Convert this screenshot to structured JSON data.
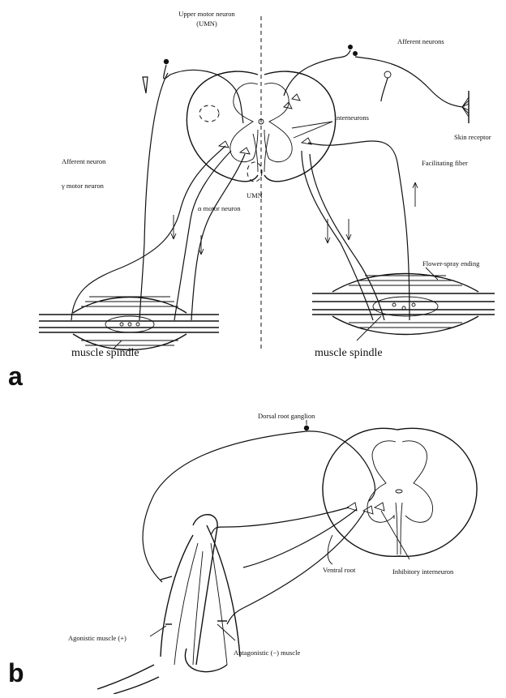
{
  "panel_a": {
    "letter": "a",
    "labels": {
      "upper_motor_neuron": "Upper motor neuron",
      "umn_abbrev": "(UMN)",
      "afferent_neurons": "Afferent neurons",
      "interneurons": "Interneurons",
      "skin_receptor": "Skin receptor",
      "afferent_neuron": "Afferent neuron",
      "gamma_motor_neuron": "γ motor neuron",
      "alpha_motor_neuron": "α motor neuron",
      "umn": "UMN",
      "facilitating_fiber": "Facilitating fiber",
      "flower_spray_ending": "Flower-spray ending"
    },
    "spindle_left": "muscle spindle",
    "spindle_right": "muscle spindle"
  },
  "panel_b": {
    "letter": "b",
    "labels": {
      "dorsal_root_ganglion": "Dorsal root ganglion",
      "ventral_root": "Ventral root",
      "inhibitory_interneuron": "Inhibitory interneuron",
      "agonistic_muscle": "Agonistic muscle (+)",
      "antagonistic_muscle": "Antagonistic (−) muscle"
    }
  }
}
